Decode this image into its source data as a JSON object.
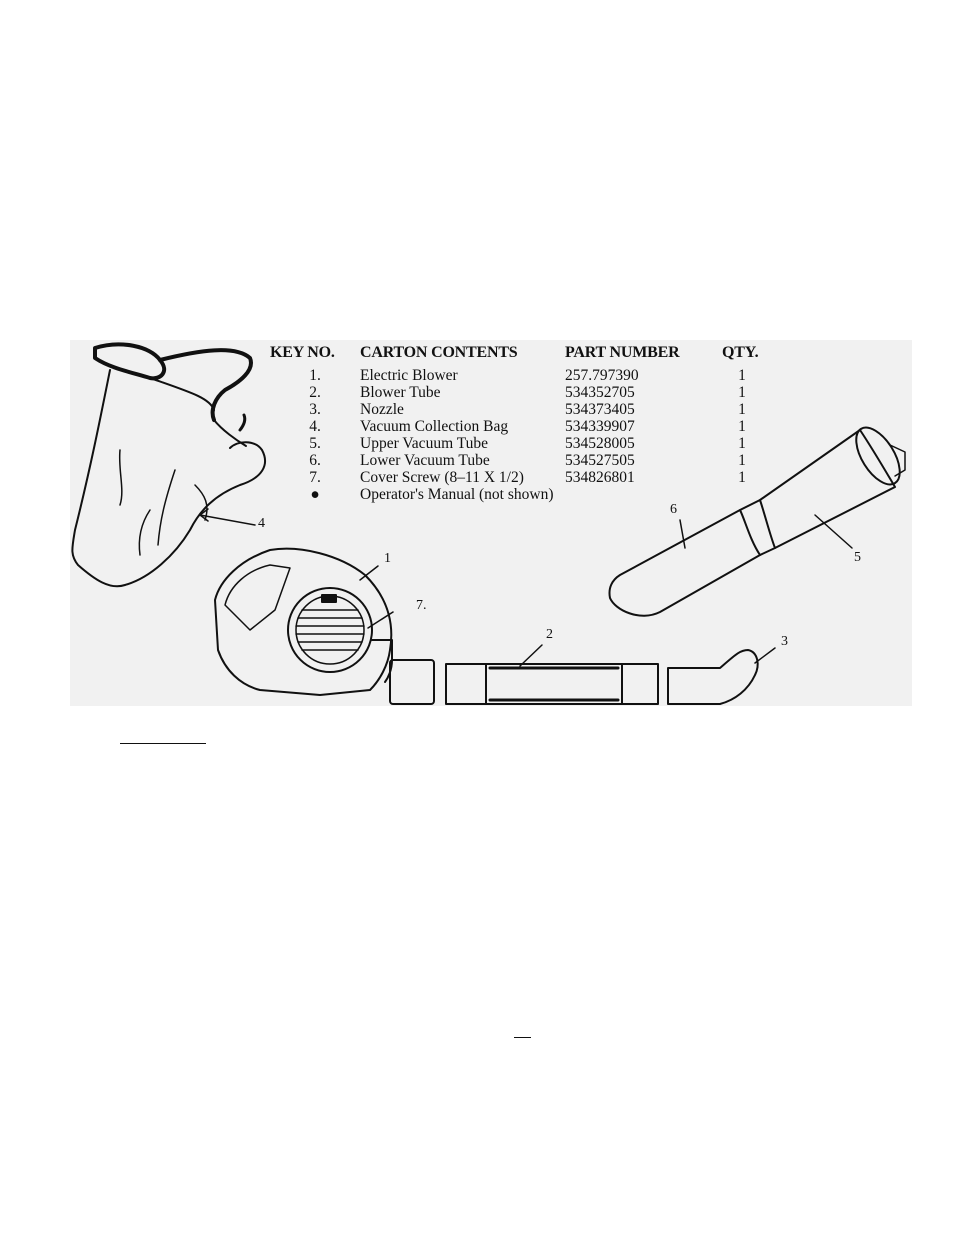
{
  "table": {
    "headers": {
      "key_no": "KEY NO.",
      "contents": "CARTON CONTENTS",
      "part_number": "PART NUMBER",
      "qty": "QTY."
    },
    "rows": [
      {
        "key": "1.",
        "item": "Electric Blower",
        "part": "257.797390",
        "qty": "1"
      },
      {
        "key": "2.",
        "item": "Blower Tube",
        "part": "534352705",
        "qty": "1"
      },
      {
        "key": "3.",
        "item": "Nozzle",
        "part": "534373405",
        "qty": "1"
      },
      {
        "key": "4.",
        "item": "Vacuum Collection Bag",
        "part": "534339907",
        "qty": "1"
      },
      {
        "key": "5.",
        "item": "Upper Vacuum Tube",
        "part": "534528005",
        "qty": "1"
      },
      {
        "key": "6.",
        "item": "Lower Vacuum Tube",
        "part": "534527505",
        "qty": "1"
      },
      {
        "key": "7.",
        "item": "Cover Screw (8–11 X 1/2)",
        "part": "534826801",
        "qty": "1"
      },
      {
        "key": "●",
        "item": "Operator's Manual (not shown)",
        "part": "",
        "qty": ""
      }
    ]
  },
  "callouts": {
    "c1": "1",
    "c2": "2",
    "c3": "3",
    "c4": "4",
    "c5": "5",
    "c6": "6",
    "c7": "7."
  }
}
